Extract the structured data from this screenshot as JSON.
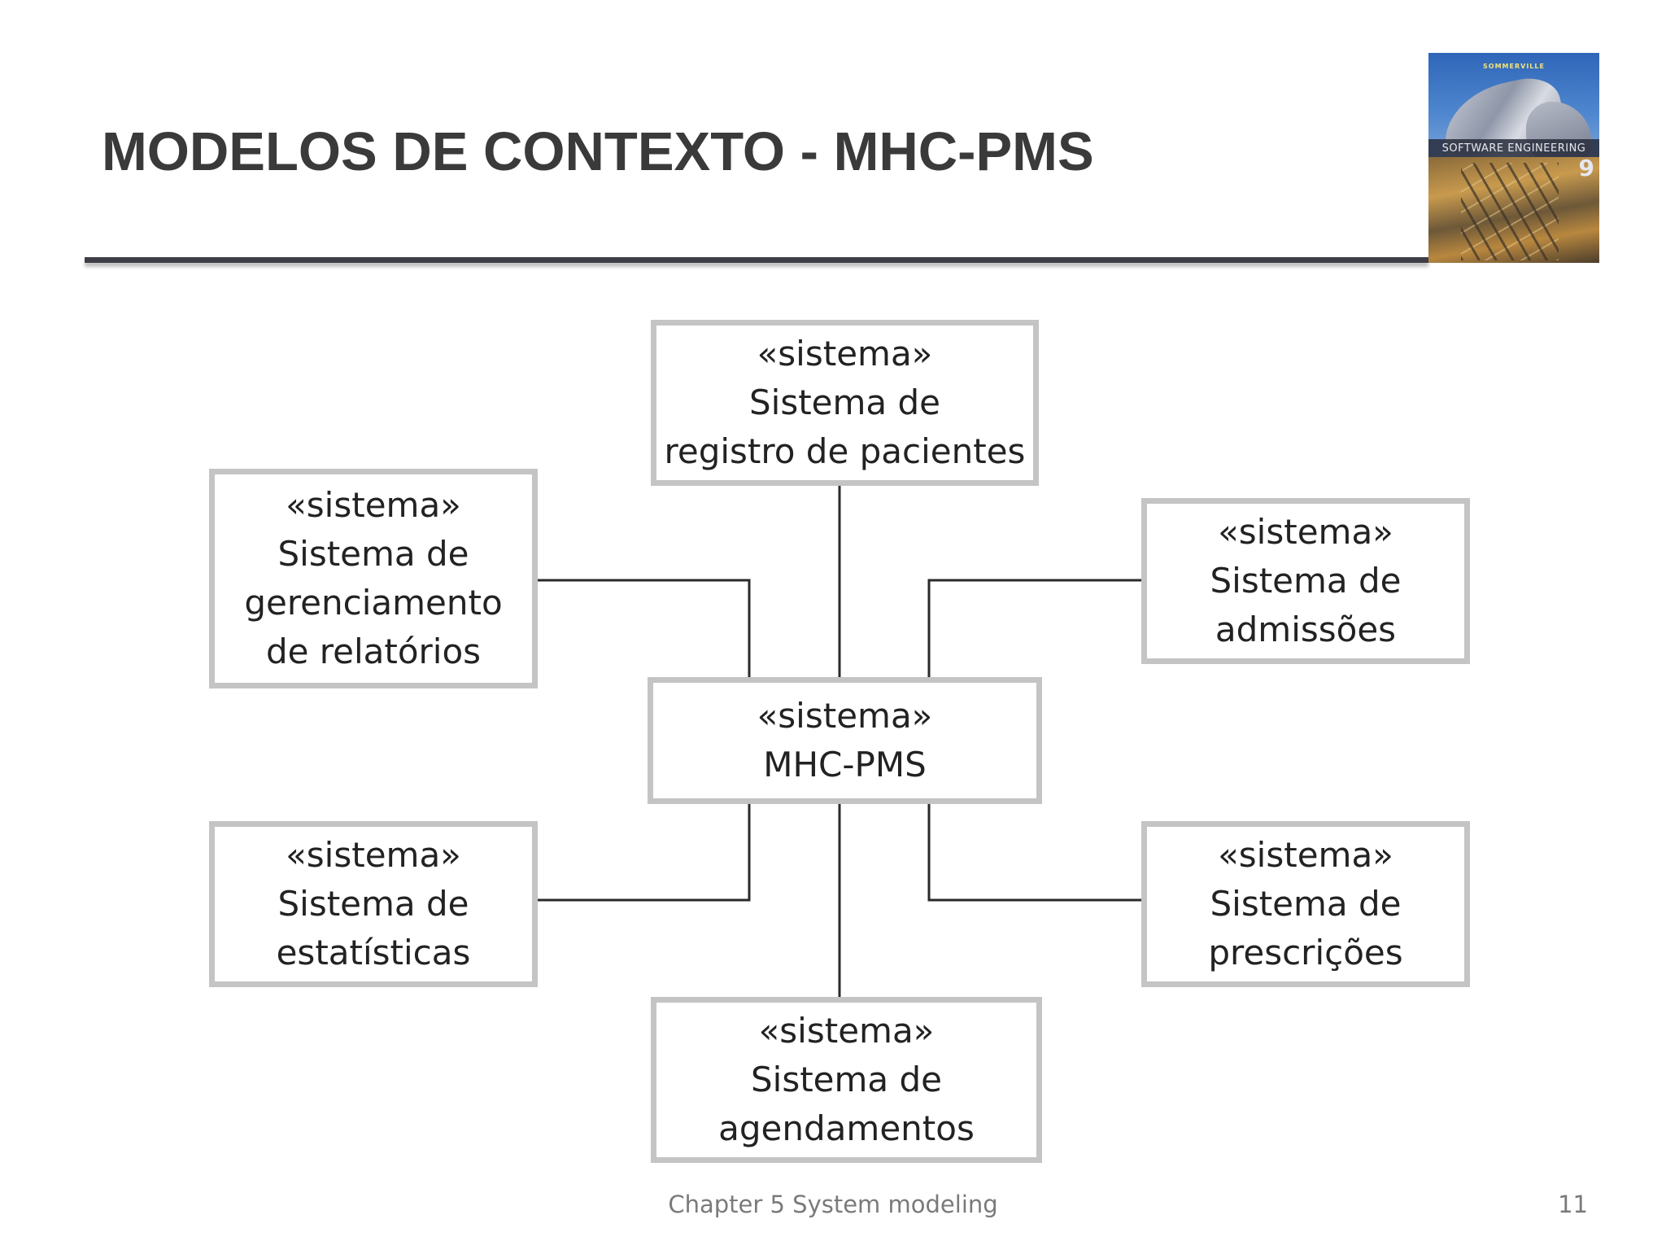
{
  "slide": {
    "title": "MODELOS DE CONTEXTO - MHC-PMS"
  },
  "book_cover": {
    "author": "SOMMERVILLE",
    "subject": "SOFTWARE ENGINEERING",
    "edition": "9"
  },
  "diagram": {
    "registro": {
      "stereotype": "«sistema»",
      "line1": "Sistema de",
      "line2": "registro de pacientes"
    },
    "relatorios": {
      "stereotype": "«sistema»",
      "line1": "Sistema de",
      "line2": "gerenciamento",
      "line3": "de relatórios"
    },
    "admissoes": {
      "stereotype": "«sistema»",
      "line1": "Sistema de",
      "line2": "admissões"
    },
    "central": {
      "stereotype": "«sistema»",
      "line1": "MHC-PMS"
    },
    "estatisticas": {
      "stereotype": "«sistema»",
      "line1": "Sistema de",
      "line2": "estatísticas"
    },
    "prescricoes": {
      "stereotype": "«sistema»",
      "line1": "Sistema de",
      "line2": "prescrições"
    },
    "agendamentos": {
      "stereotype": "«sistema»",
      "line1": "Sistema de",
      "line2": "agendamentos"
    }
  },
  "footer": {
    "chapter": "Chapter 5 System modeling",
    "page": "11"
  }
}
